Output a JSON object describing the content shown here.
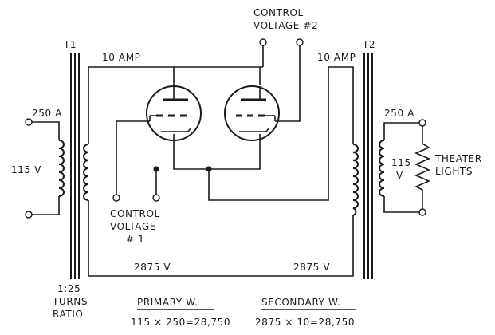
{
  "labels": {
    "t1": "T1",
    "t2": "T2",
    "control_voltage_2_line1": "CONTROL",
    "control_voltage_2_line2": "VOLTAGE #2",
    "amp_left": "10 AMP",
    "amp_right": "10 AMP",
    "primary_current": "250 A",
    "primary_voltage": "115 V",
    "secondary_current": "250 A",
    "secondary_voltage_num": "115",
    "secondary_voltage_unit": "V",
    "load_line1": "THEATER",
    "load_line2": "LIGHTS",
    "control_voltage_1_line1": "CONTROL",
    "control_voltage_1_line2": "VOLTAGE",
    "control_voltage_1_line3": "# 1",
    "hv_left": "2875 V",
    "hv_right": "2875 V",
    "ratio_line1": "1:25",
    "ratio_line2": "TURNS",
    "ratio_line3": "RATIO",
    "primary_w_title": "PRIMARY W.",
    "primary_w_formula": "115 × 250=28,750",
    "secondary_w_title": "SECONDARY W.",
    "secondary_w_formula": "2875 × 10=28,750"
  }
}
